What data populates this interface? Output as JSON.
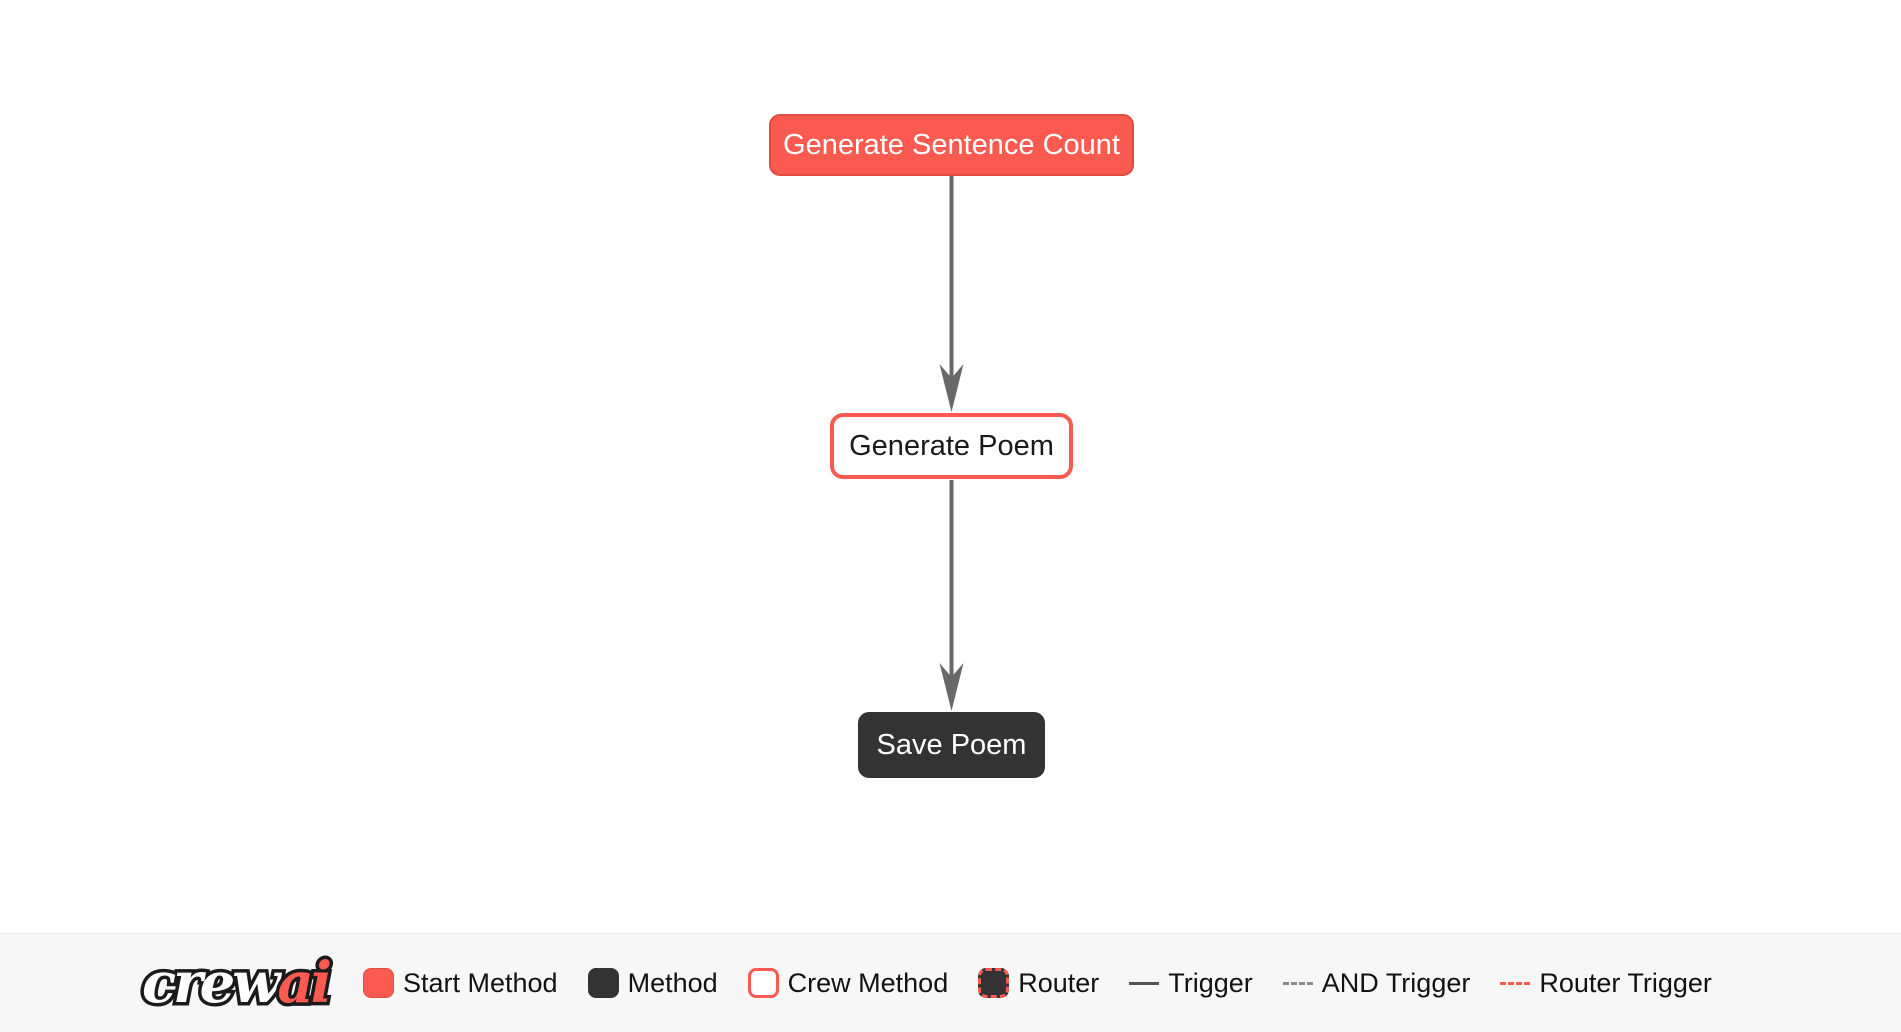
{
  "colors": {
    "start_method": "#fa5a50",
    "start_method_border": "#e04b41",
    "method_dark": "#333333",
    "crew_border": "#fa5a50",
    "arrow": "#686868",
    "legend_bg": "#f7f7f8",
    "trigger_line": "#555555",
    "and_trigger_line": "#8a8a8a",
    "router_trigger_line": "#fa5a50"
  },
  "flow": {
    "nodes": [
      {
        "id": "generate_sentence_count",
        "label": "Generate Sentence Count",
        "type": "start-method"
      },
      {
        "id": "generate_poem",
        "label": "Generate Poem",
        "type": "crew-method"
      },
      {
        "id": "save_poem",
        "label": "Save Poem",
        "type": "method"
      }
    ],
    "edges": [
      {
        "from": "generate_sentence_count",
        "to": "generate_poem",
        "type": "trigger"
      },
      {
        "from": "generate_poem",
        "to": "save_poem",
        "type": "trigger"
      }
    ]
  },
  "legend": {
    "logo": {
      "crew": "crew",
      "ai": "ai"
    },
    "items": [
      {
        "label": "Start Method",
        "swatch": "start-method-swatch"
      },
      {
        "label": "Method",
        "swatch": "method-swatch"
      },
      {
        "label": "Crew Method",
        "swatch": "crew-method-swatch"
      },
      {
        "label": "Router",
        "swatch": "router-swatch"
      },
      {
        "label": "Trigger",
        "swatch": "trigger-line"
      },
      {
        "label": "AND Trigger",
        "swatch": "and-trigger-line"
      },
      {
        "label": "Router Trigger",
        "swatch": "router-trigger-line"
      }
    ]
  }
}
